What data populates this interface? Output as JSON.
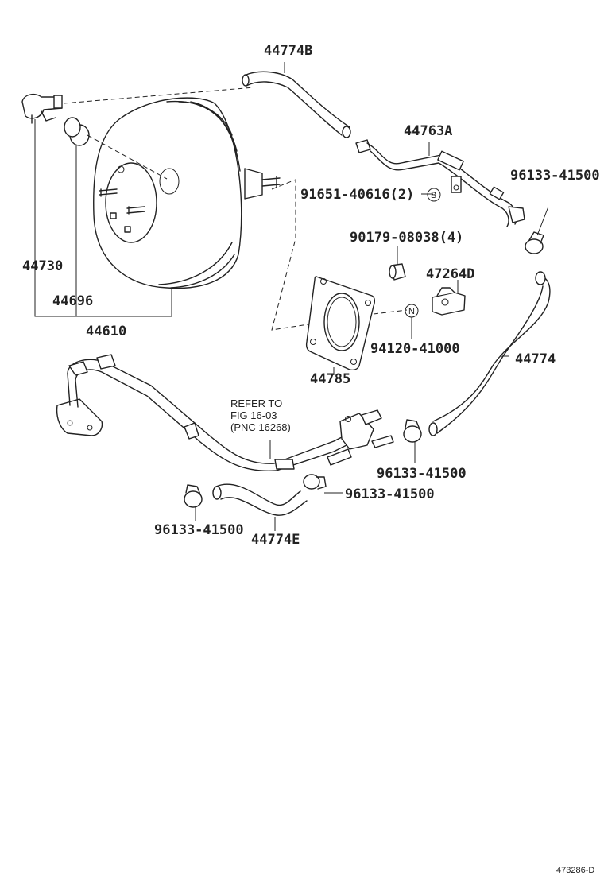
{
  "labels": {
    "p44774B": "44774B",
    "p44763A": "44763A",
    "p96133_top": "96133-41500",
    "p91651": "91651-40616(2)",
    "p91651_mark": "B",
    "p90179": "90179-08038(4)",
    "p47264D": "47264D",
    "p44730": "44730",
    "p44696": "44696",
    "p44610": "44610",
    "p94120": "94120-41000",
    "p94120_mark": "N",
    "p44785": "44785",
    "p44774": "44774",
    "refer_line1": "REFER TO",
    "refer_line2": "FIG 16-03",
    "refer_line3": "(PNC 16268)",
    "p96133_mid_right": "96133-41500",
    "p96133_mid": "96133-41500",
    "p96133_left": "96133-41500",
    "p44774E": "44774E",
    "diagram_id": "473286-D"
  }
}
